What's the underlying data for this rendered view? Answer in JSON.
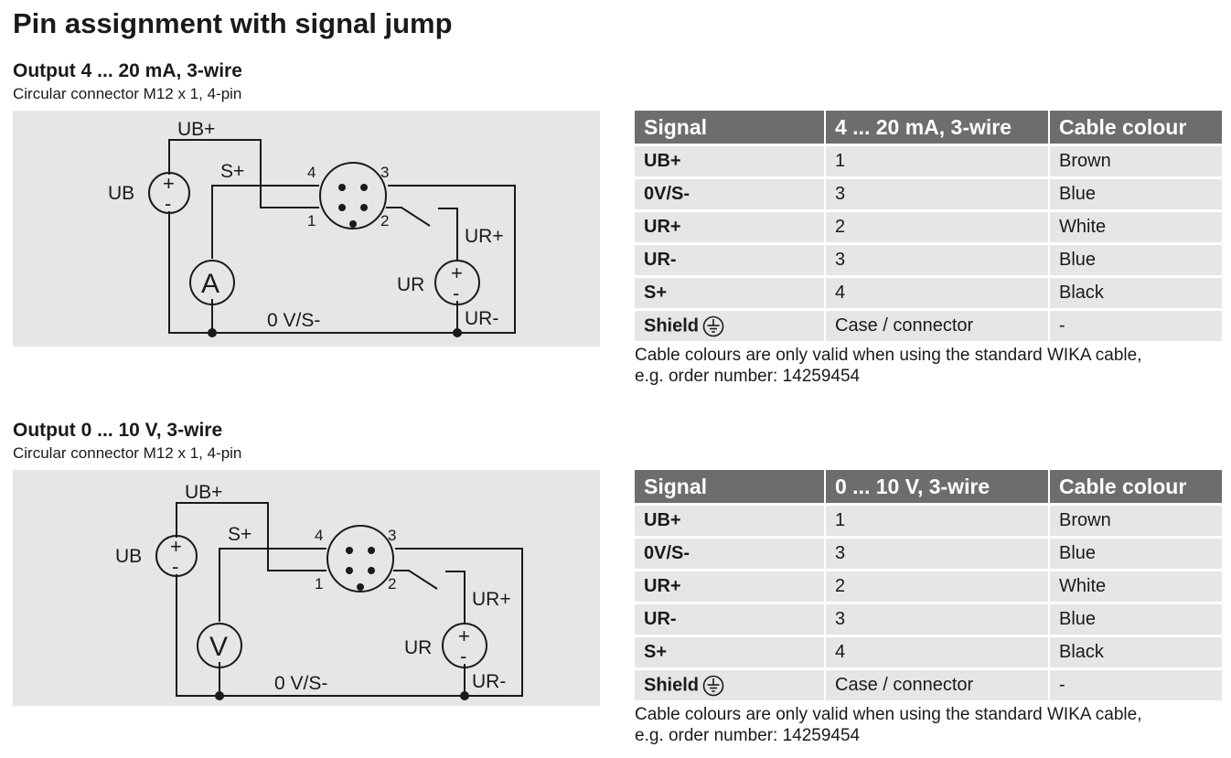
{
  "page": {
    "title": "Pin assignment with signal jump"
  },
  "sections": [
    {
      "heading": "Output 4 ... 20 mA, 3-wire",
      "subheading": "Circular connector M12 x 1, 4-pin",
      "diagram": {
        "labels": {
          "ub_plus": "UB+",
          "ub": "UB",
          "s_plus": "S+",
          "pin4": "4",
          "pin3": "3",
          "pin1": "1",
          "pin2": "2",
          "ur_plus": "UR+",
          "ur": "UR",
          "ur_minus": "UR-",
          "zero_v": "0 V/S-",
          "meter": "A",
          "plus": "+",
          "minus": "-"
        },
        "meter_icon": "ammeter-icon"
      },
      "table": {
        "headers": [
          "Signal",
          "4 ... 20 mA, 3-wire",
          "Cable colour"
        ],
        "rows": [
          {
            "signal": "UB+",
            "pin": "1",
            "colour": "Brown"
          },
          {
            "signal": "0V/S-",
            "pin": "3",
            "colour": "Blue"
          },
          {
            "signal": "UR+",
            "pin": "2",
            "colour": "White"
          },
          {
            "signal": "UR-",
            "pin": "3",
            "colour": "Blue"
          },
          {
            "signal": "S+",
            "pin": "4",
            "colour": "Black"
          },
          {
            "signal": "Shield",
            "pin": "Case / connector",
            "colour": "-",
            "icon": "earth-ground-icon"
          }
        ]
      },
      "note_line1": "Cable colours are only valid when using the standard WIKA cable,",
      "note_line2": "e.g. order number: 14259454"
    },
    {
      "heading": "Output 0 ... 10 V, 3-wire",
      "subheading": "Circular connector M12 x 1, 4-pin",
      "diagram": {
        "labels": {
          "ub_plus": "UB+",
          "ub": "UB",
          "s_plus": "S+",
          "pin4": "4",
          "pin3": "3",
          "pin1": "1",
          "pin2": "2",
          "ur_plus": "UR+",
          "ur": "UR",
          "ur_minus": "UR-",
          "zero_v": "0 V/S-",
          "meter": "V",
          "plus": "+",
          "minus": "-"
        },
        "meter_icon": "voltmeter-icon"
      },
      "table": {
        "headers": [
          "Signal",
          "0 ... 10 V, 3-wire",
          "Cable colour"
        ],
        "rows": [
          {
            "signal": "UB+",
            "pin": "1",
            "colour": "Brown"
          },
          {
            "signal": "0V/S-",
            "pin": "3",
            "colour": "Blue"
          },
          {
            "signal": "UR+",
            "pin": "2",
            "colour": "White"
          },
          {
            "signal": "UR-",
            "pin": "3",
            "colour": "Blue"
          },
          {
            "signal": "S+",
            "pin": "4",
            "colour": "Black"
          },
          {
            "signal": "Shield",
            "pin": "Case / connector",
            "colour": "-",
            "icon": "earth-ground-icon"
          }
        ]
      },
      "note_line1": "Cable colours are only valid when using the standard WIKA cable,",
      "note_line2": "e.g. order number: 14259454"
    }
  ]
}
